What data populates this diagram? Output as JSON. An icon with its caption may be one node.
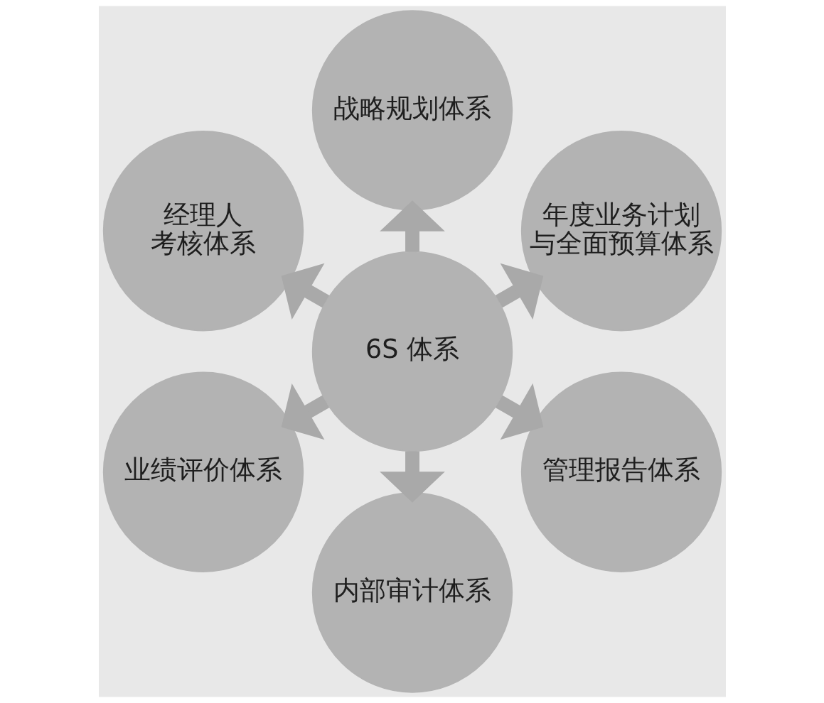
{
  "diagram": {
    "nodes": [
      {
        "text": [
          "战略规划体系"
        ]
      },
      {
        "text": [
          "经理人考核体系"
        ]
      },
      {
        "text": [
          "年度业务计划与全面预算体系"
        ]
      },
      {
        "text": [
          "6S 体系"
        ]
      },
      {
        "text": [
          "业绩评价体系"
        ]
      },
      {
        "text": [
          "管理报告体系"
        ]
      },
      {
        "text": [
          "内部审计体系"
        ]
      }
    ],
    "edges": [
      {
        "from": 3,
        "to": 0,
        "arrow": "to"
      },
      {
        "from": 3,
        "to": 2,
        "arrow": "to"
      },
      {
        "from": 3,
        "to": 5,
        "arrow": "to"
      },
      {
        "from": 3,
        "to": 6,
        "arrow": "to"
      },
      {
        "from": 3,
        "to": 4,
        "arrow": "to"
      },
      {
        "from": 3,
        "to": 1,
        "arrow": "to"
      }
    ]
  }
}
